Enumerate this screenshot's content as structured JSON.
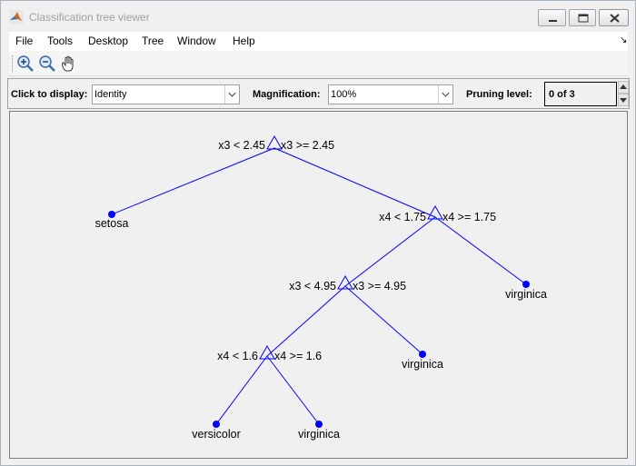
{
  "window": {
    "title": "Classification tree viewer"
  },
  "menu": [
    "File",
    "Tools",
    "Desktop",
    "Tree",
    "Window",
    "Help"
  ],
  "toolbar": {
    "icons": [
      "zoom-in-icon",
      "zoom-out-icon",
      "pan-hand-icon"
    ]
  },
  "controls": {
    "display_label": "Click to display:",
    "display_value": "Identity",
    "magnification_label": "Magnification:",
    "magnification_value": "100%",
    "pruning_label": "Pruning level:",
    "pruning_value": "0 of 3"
  },
  "tree": {
    "line_color": "#0000ff",
    "branch_nodes": [
      {
        "id": "n1",
        "left": "x3 < 2.45",
        "right": "x3 >= 2.45"
      },
      {
        "id": "n3",
        "left": "x4 < 1.75",
        "right": "x4 >= 1.75"
      },
      {
        "id": "n4",
        "left": "x3 < 4.95",
        "right": "x3 >= 4.95"
      },
      {
        "id": "n6",
        "left": "x4 < 1.6",
        "right": "x4 >= 1.6"
      }
    ],
    "leaf_nodes": [
      {
        "id": "l2",
        "label": "setosa"
      },
      {
        "id": "l5",
        "label": "virginica"
      },
      {
        "id": "l7",
        "label": "virginica"
      },
      {
        "id": "l8",
        "label": "versicolor"
      },
      {
        "id": "l9",
        "label": "virginica"
      }
    ]
  }
}
